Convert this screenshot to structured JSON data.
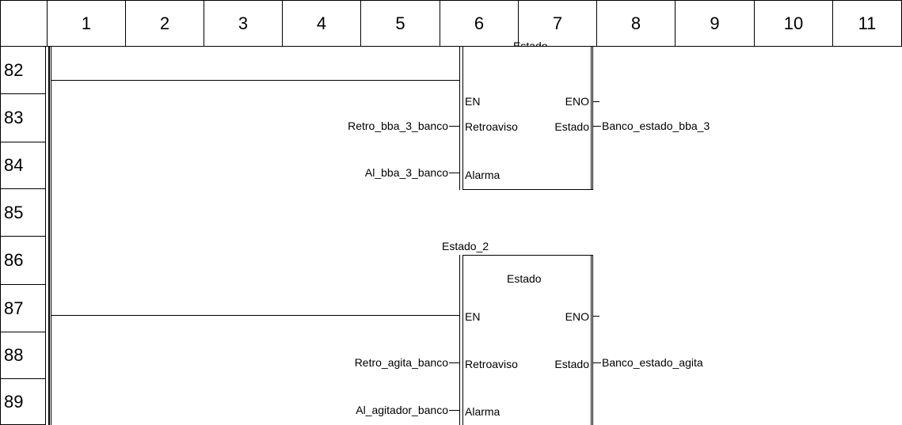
{
  "columns": [
    "1",
    "2",
    "3",
    "4",
    "5",
    "6",
    "7",
    "8",
    "9",
    "10",
    "11"
  ],
  "rows": [
    "82",
    "83",
    "84",
    "85",
    "86",
    "87",
    "88",
    "89"
  ],
  "block1": {
    "partial_title": "Estado",
    "en": "EN",
    "eno": "ENO",
    "in1": "Retroaviso",
    "in2": "Alarma",
    "out1": "Estado",
    "in1_var": "Retro_bba_3_banco",
    "in2_var": "Al_bba_3_banco",
    "out1_var": "Banco_estado_bba_3"
  },
  "block2": {
    "instance": "Estado_2",
    "type": "Estado",
    "en": "EN",
    "eno": "ENO",
    "in1": "Retroaviso",
    "in2": "Alarma",
    "out1": "Estado",
    "in1_var": "Retro_agita_banco",
    "in2_var": "Al_agitador_banco",
    "out1_var": "Banco_estado_agita"
  }
}
